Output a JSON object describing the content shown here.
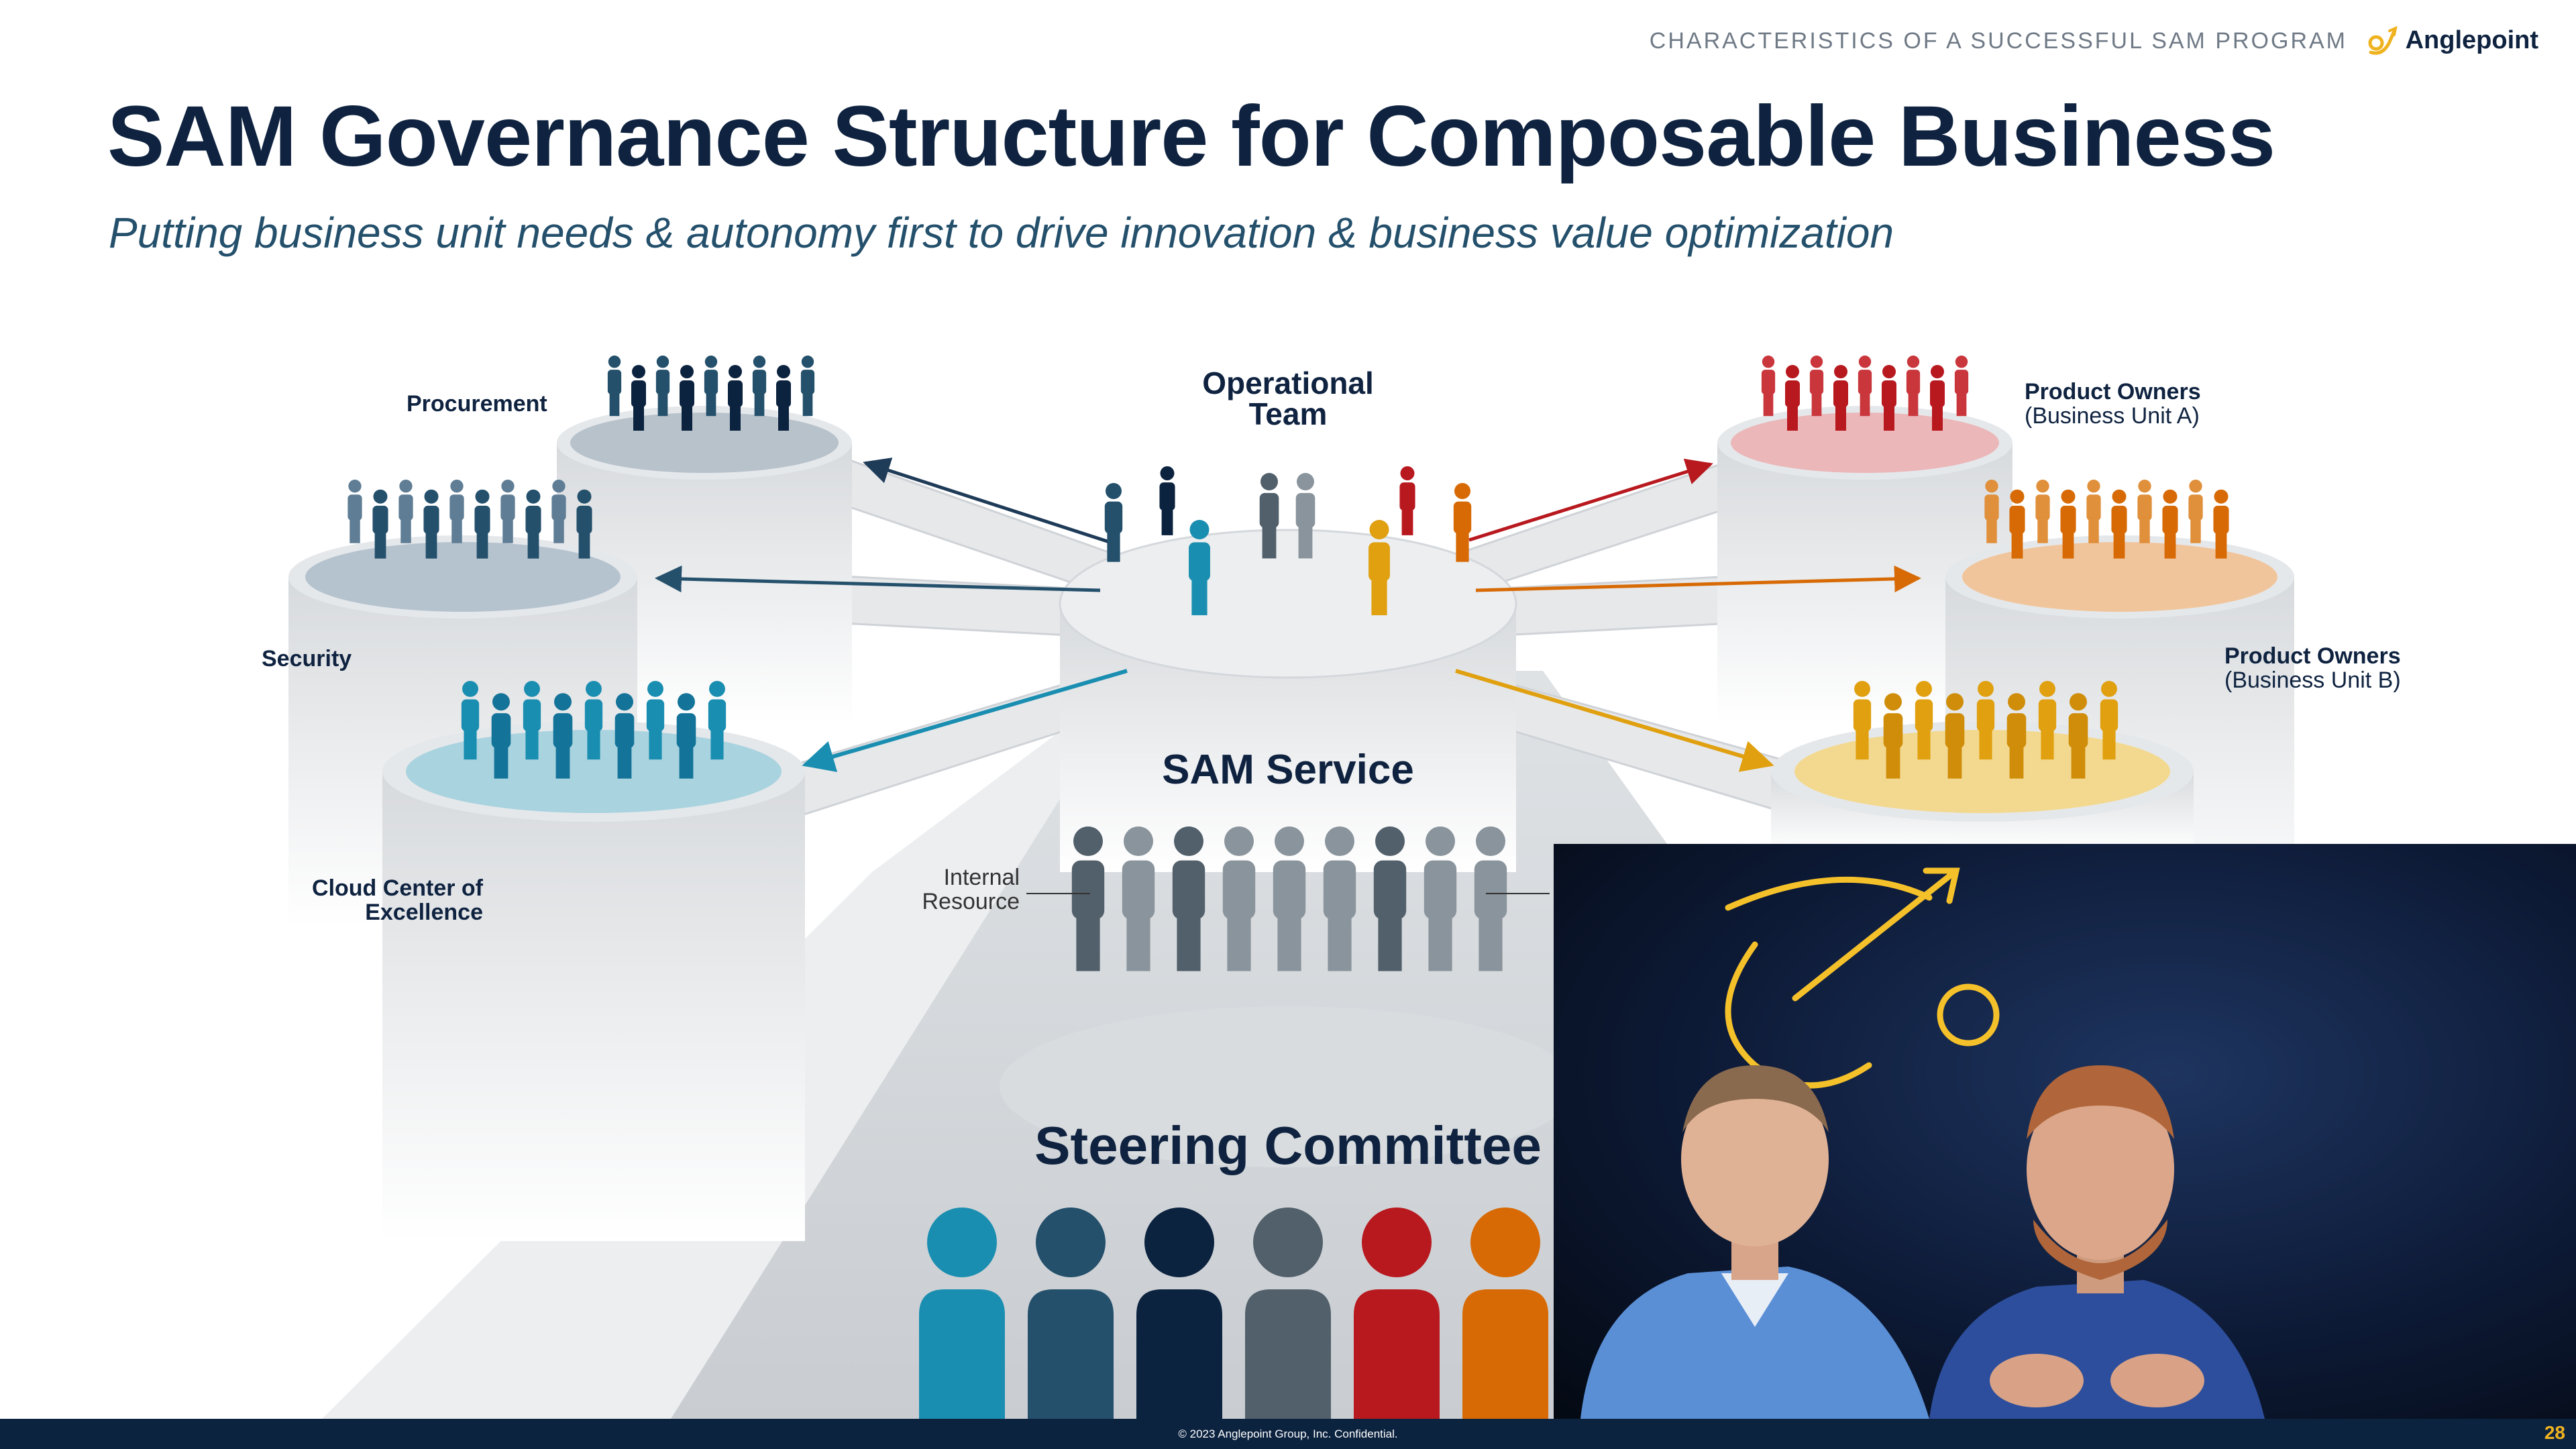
{
  "header": {
    "kicker": "CHARACTERISTICS OF A SUCCESSFUL SAM PROGRAM",
    "brand": "Anglepoint",
    "title": "SAM Governance Structure for Composable Business",
    "subtitle": "Putting business unit needs & autonomy first to drive innovation & business value optimization"
  },
  "diagram": {
    "center": "Operational Team",
    "center_line1": "Operational",
    "center_line2": "Team",
    "service": "SAM Service",
    "committee": "Steering Committee",
    "internal_line1": "Internal",
    "internal_line2": "Resource",
    "groups": {
      "procurement": "Procurement",
      "security": "Security",
      "cloud_line1": "Cloud Center of",
      "cloud_line2": "Excellence",
      "po_a_title": "Product Owners",
      "po_a_unit": "(Business Unit A)",
      "po_b_title": "Product Owners",
      "po_b_unit": "(Business Unit B)"
    }
  },
  "colors": {
    "navy": "#0c2340",
    "slate_blue": "#24506c",
    "steel": "#5f7d95",
    "teal": "#1a8eb1",
    "gray": "#52606b",
    "red": "#b8191f",
    "orange": "#d76a05",
    "gold": "#e0a010",
    "accent": "#f0b320"
  },
  "footer": {
    "copyright": "© 2023 Anglepoint Group, Inc. Confidential.",
    "page": "28"
  }
}
